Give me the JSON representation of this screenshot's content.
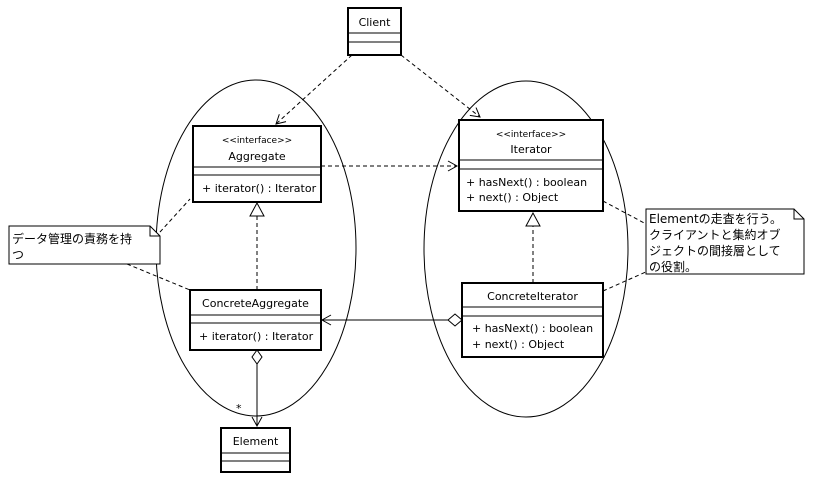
{
  "classes": {
    "client": {
      "name": "Client"
    },
    "aggregate": {
      "stereotype": "<<interface>>",
      "name": "Aggregate",
      "operations": [
        "+ iterator() : Iterator"
      ]
    },
    "iterator": {
      "stereotype": "<<interface>>",
      "name": "Iterator",
      "operations": [
        "+ hasNext() : boolean",
        "+ next() : Object"
      ]
    },
    "concrete_aggregate": {
      "name": "ConcreteAggregate",
      "operations": [
        "+ iterator() : Iterator"
      ]
    },
    "concrete_iterator": {
      "name": "ConcreteIterator",
      "operations": [
        "+ hasNext() : boolean",
        "+ next() : Object"
      ]
    },
    "element": {
      "name": "Element"
    }
  },
  "notes": {
    "left": [
      "データ管理の責務を持",
      "つ"
    ],
    "right": [
      "Elementの走査を行う。",
      "クライアントと集約オブ",
      "ジェクトの間接層として",
      "の役割。"
    ]
  },
  "multiplicity": {
    "element_end": "*"
  }
}
